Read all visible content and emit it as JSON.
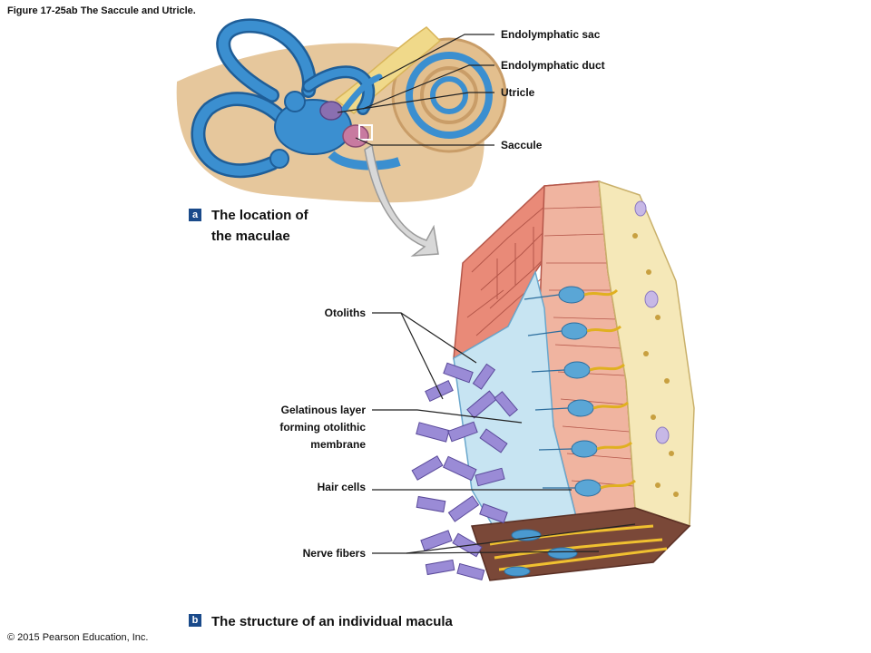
{
  "figure_title": "Figure 17-25ab The Saccule and Utricle.",
  "copyright": "© 2015 Pearson Education, Inc.",
  "panel_a": {
    "badge": "a",
    "title_line1": "The location of",
    "title_line2": "the maculae"
  },
  "panel_b": {
    "badge": "b",
    "title": "The structure of an individual macula"
  },
  "labels_a": {
    "endolymphatic_sac": "Endolymphatic sac",
    "endolymphatic_duct": "Endolymphatic duct",
    "utricle": "Utricle",
    "saccule": "Saccule"
  },
  "labels_b": {
    "otoliths": "Otoliths",
    "gelatinous_1": "Gelatinous layer",
    "gelatinous_2": "forming otolithic",
    "gelatinous_3": "membrane",
    "hair_cells": "Hair cells",
    "nerve_fibers": "Nerve fibers"
  },
  "colors": {
    "canal_blue": "#3b8fd0",
    "bone_tan": "#e3c49a",
    "nerve_yellow": "#f0d98a",
    "epithelium_pink": "#e98a78",
    "membrane_lightblue": "#c7e4f2",
    "otolith_purple": "#9a8bd6",
    "badge_blue": "#1a4a8a"
  }
}
